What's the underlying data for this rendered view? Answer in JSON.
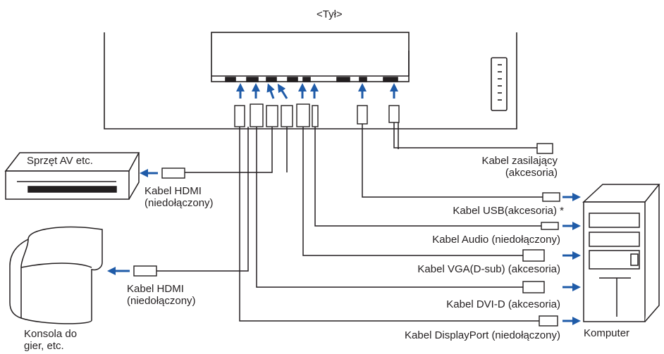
{
  "title": "<Tył>",
  "devices": {
    "av": "Sprzęt AV etc.",
    "console": [
      "Konsola do",
      "gier, etc."
    ],
    "computer": "Komputer"
  },
  "cables": {
    "hdmi_av": [
      "Kabel HDMI",
      "(niedołączony)"
    ],
    "hdmi_console": [
      "Kabel HDMI",
      "(niedołączony)"
    ],
    "power": [
      "Kabel zasilający",
      "(akcesoria)"
    ],
    "usb": "Kabel USB(akcesoria) *",
    "audio": "Kabel Audio (niedołączony)",
    "vga": "Kabel VGA(D-sub) (akcesoria)",
    "dvi": "Kabel DVI-D (akcesoria)",
    "displayport": "Kabel DisplayPort (niedołączony)"
  },
  "colors": {
    "line": "#231f20",
    "arrow": "#1f5ba8",
    "fill": "#ffffff"
  }
}
